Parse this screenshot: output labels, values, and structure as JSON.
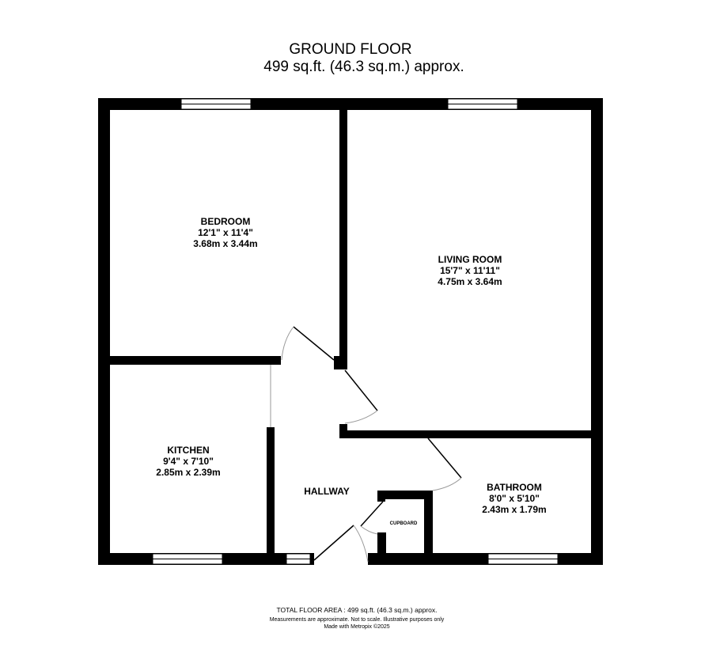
{
  "header": {
    "title": "GROUND FLOOR",
    "area": "499 sq.ft. (46.3 sq.m.) approx."
  },
  "rooms": [
    {
      "name": "BEDROOM",
      "imperial": "12'1\"  x 11'4\"",
      "metric": "3.68m  x 3.44m"
    },
    {
      "name": "LIVING ROOM",
      "imperial": "15'7\"  x 11'11\"",
      "metric": "4.75m  x 3.64m"
    },
    {
      "name": "KITCHEN",
      "imperial": "9'4\"  x 7'10\"",
      "metric": "2.85m  x 2.39m"
    },
    {
      "name": "HALLWAY"
    },
    {
      "name": "BATHROOM",
      "imperial": "8'0\"  x 5'10\"",
      "metric": "2.43m  x 1.79m"
    },
    {
      "name": "CUPBOARD"
    }
  ],
  "footer": {
    "total": "TOTAL FLOOR AREA : 499 sq.ft. (46.3 sq.m.) approx.",
    "disclaimer": "Measurements are approximate.  Not to scale.  Illustrative purposes only",
    "credit": "Made with Metropix ©2025"
  }
}
